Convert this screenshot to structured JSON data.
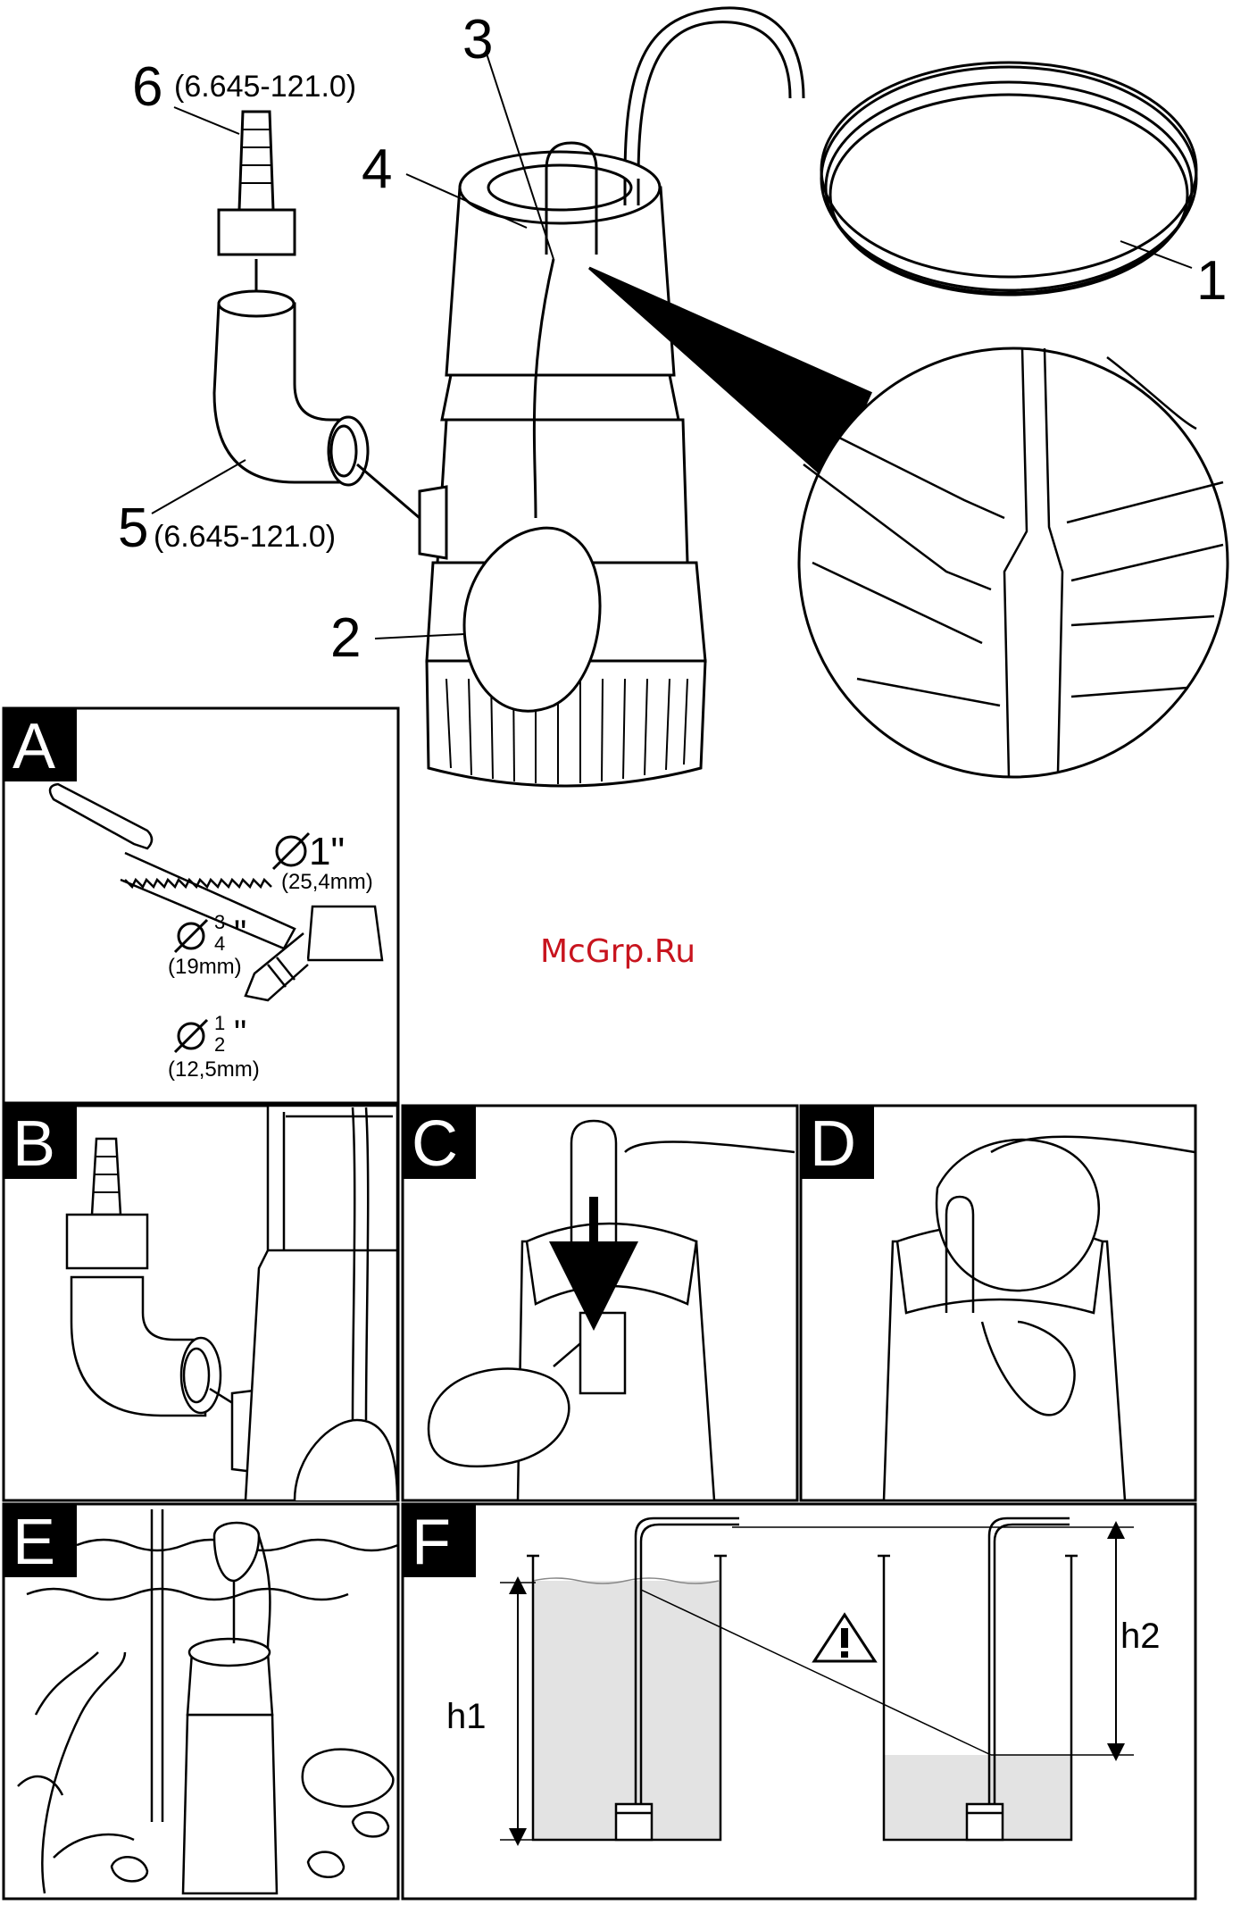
{
  "main": {
    "callouts": {
      "c1": "1",
      "c2": "2",
      "c3": "3",
      "c4": "4",
      "c5": "5",
      "c5_part": "(6.645-121.0)",
      "c6": "6",
      "c6_part": "(6.645-121.0)"
    }
  },
  "watermark": {
    "text": "McGrp.Ru",
    "color": "#c8141e"
  },
  "panels": {
    "A": {
      "letter": "A",
      "dia1": "1\"",
      "dia1_mm": "(25,4mm)",
      "dia2_num": "3",
      "dia2_den": "4",
      "dia2_mark": "\"",
      "dia2_mm": "(19mm)",
      "dia3_num": "1",
      "dia3_den": "2",
      "dia3_mark": "\"",
      "dia3_mm": "(12,5mm)"
    },
    "B": {
      "letter": "B"
    },
    "C": {
      "letter": "C"
    },
    "D": {
      "letter": "D"
    },
    "E": {
      "letter": "E"
    },
    "F": {
      "letter": "F",
      "h1": "h1",
      "h2": "h2"
    }
  },
  "icons": {
    "diameter": "diameter-icon",
    "warning": "warning-triangle-icon",
    "saw": "saw-icon",
    "arrow": "arrow-down-icon"
  }
}
